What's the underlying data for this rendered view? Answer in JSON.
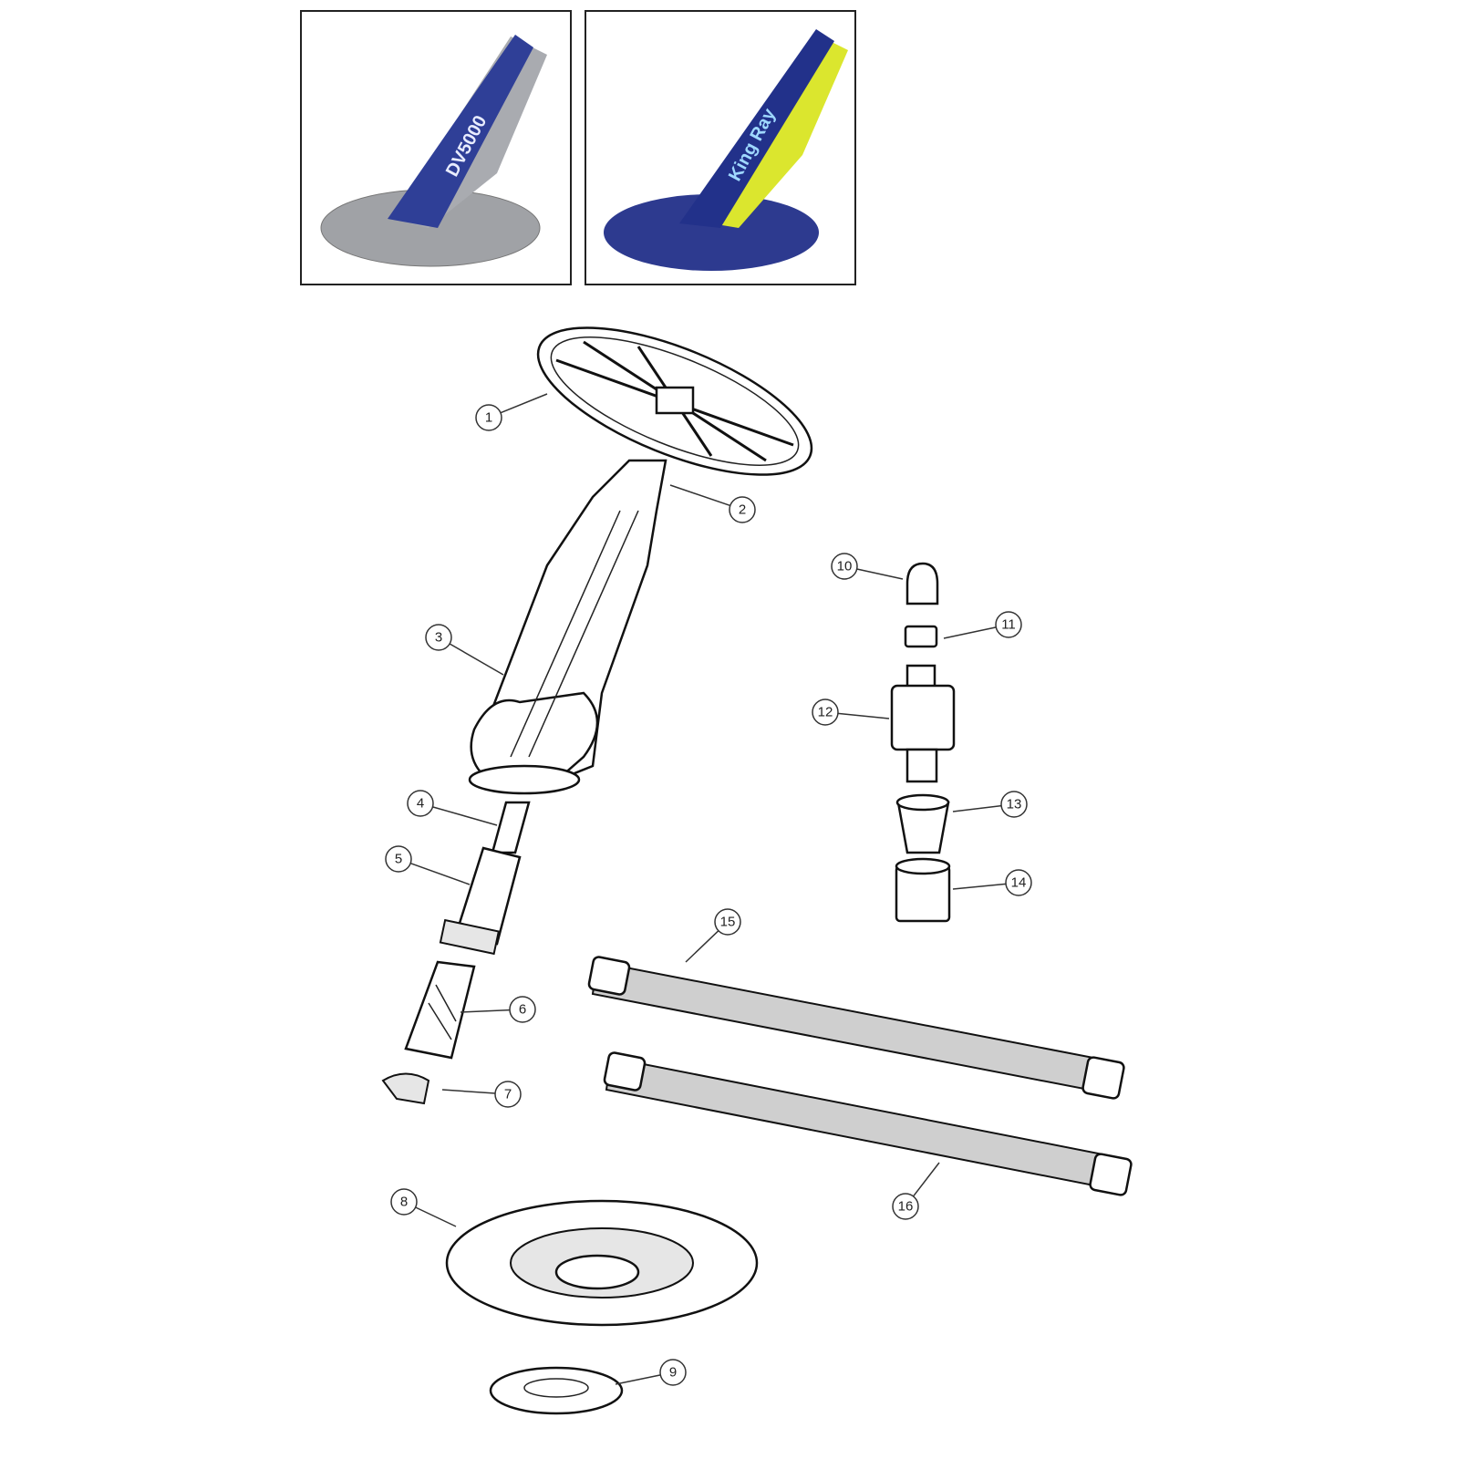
{
  "products": [
    {
      "name": "product-photo-dv5000",
      "logo_text": "DV5000",
      "body_color": "#2f3f97",
      "accent_color": "#a9abb0",
      "base_color": "#a0a2a6"
    },
    {
      "name": "product-photo-king-ray",
      "logo_text": "King Ray",
      "body_color": "#22318a",
      "accent_color": "#dbe62e",
      "base_color": "#2d3a8f"
    }
  ],
  "callouts": [
    {
      "label": "1",
      "part": "disc"
    },
    {
      "label": "2",
      "part": "body-top"
    },
    {
      "label": "3",
      "part": "body"
    },
    {
      "label": "4",
      "part": "shaft"
    },
    {
      "label": "5",
      "part": "sleeve"
    },
    {
      "label": "6",
      "part": "diaphragm"
    },
    {
      "label": "7",
      "part": "foot-pad"
    },
    {
      "label": "8",
      "part": "skirt"
    },
    {
      "label": "9",
      "part": "ring"
    },
    {
      "label": "10",
      "part": "cap"
    },
    {
      "label": "11",
      "part": "small-cap"
    },
    {
      "label": "12",
      "part": "valve"
    },
    {
      "label": "13",
      "part": "cone-adapter"
    },
    {
      "label": "14",
      "part": "collar"
    },
    {
      "label": "15",
      "part": "hose-a"
    },
    {
      "label": "16",
      "part": "hose-b"
    }
  ]
}
